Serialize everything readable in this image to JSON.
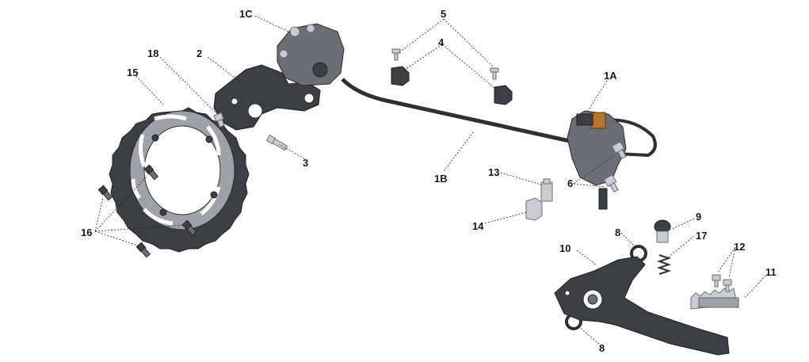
{
  "labels": {
    "l1C": "1C",
    "l5": "5",
    "l4": "4",
    "l18": "18",
    "l2": "2",
    "l15": "15",
    "l1A": "1A",
    "l3": "3",
    "l1B": "1B",
    "l13": "13",
    "l6": "6",
    "l14": "14",
    "l9": "9",
    "l8a": "8",
    "l17": "17",
    "l12": "12",
    "l10": "10",
    "l11": "11",
    "l16": "16",
    "l8b": "8"
  },
  "colors": {
    "metal_dark": "#3c3f44",
    "metal_light": "#c9ccd1",
    "leader": "#222222"
  }
}
